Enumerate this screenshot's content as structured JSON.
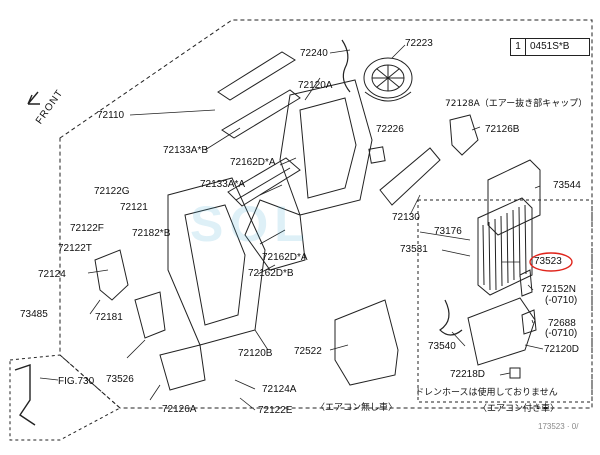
{
  "diagram": {
    "ref_badge": {
      "number": "1",
      "code": "0451S*B"
    },
    "direction_label": "FRONT",
    "watermark": "SOL",
    "footer_code": "173523 · 0/",
    "notes": {
      "without_ac": "〈エアコン無し車〉",
      "with_ac": "〈エアコン付き車〉",
      "drain_hose": "ドレンホースは使用しておりません",
      "air_vent_cap": "72128A（エアー抜き部キャップ）"
    },
    "parts": {
      "p72240": "72240",
      "p72223": "72223",
      "p72120a": "72120A",
      "p72110": "72110",
      "p72226": "72226",
      "p72126b": "72126B",
      "p72133ab": "72133A*B",
      "p72162da": "72162D*A",
      "p72133aa": "72133A*A",
      "p73544": "73544",
      "p72122g": "72122G",
      "p72121": "72121",
      "p72122f": "72122F",
      "p72182b": "72182*B",
      "p72130": "72130",
      "p72122t": "72122T",
      "p73176": "73176",
      "p73531": "73531",
      "p72162da2": "72162D*A",
      "p73523": "73523",
      "p72124": "72124",
      "p72162db": "72162D*B",
      "p72152n": "72152N",
      "p0710a": "(-0710)",
      "p73485": "73485",
      "p72181": "72181",
      "p72688": "72688",
      "p0710b": "(-0710)",
      "p72522": "72522",
      "p73540": "73540",
      "p72120b": "72120B",
      "p72120d": "72120D",
      "p73526": "73526",
      "pfig730": "FIG.730",
      "p72218d": "72218D",
      "p72124a": "72124A",
      "p72126a": "72126A",
      "p72122e": "72122E"
    },
    "highlight_color": "#e0241b"
  }
}
